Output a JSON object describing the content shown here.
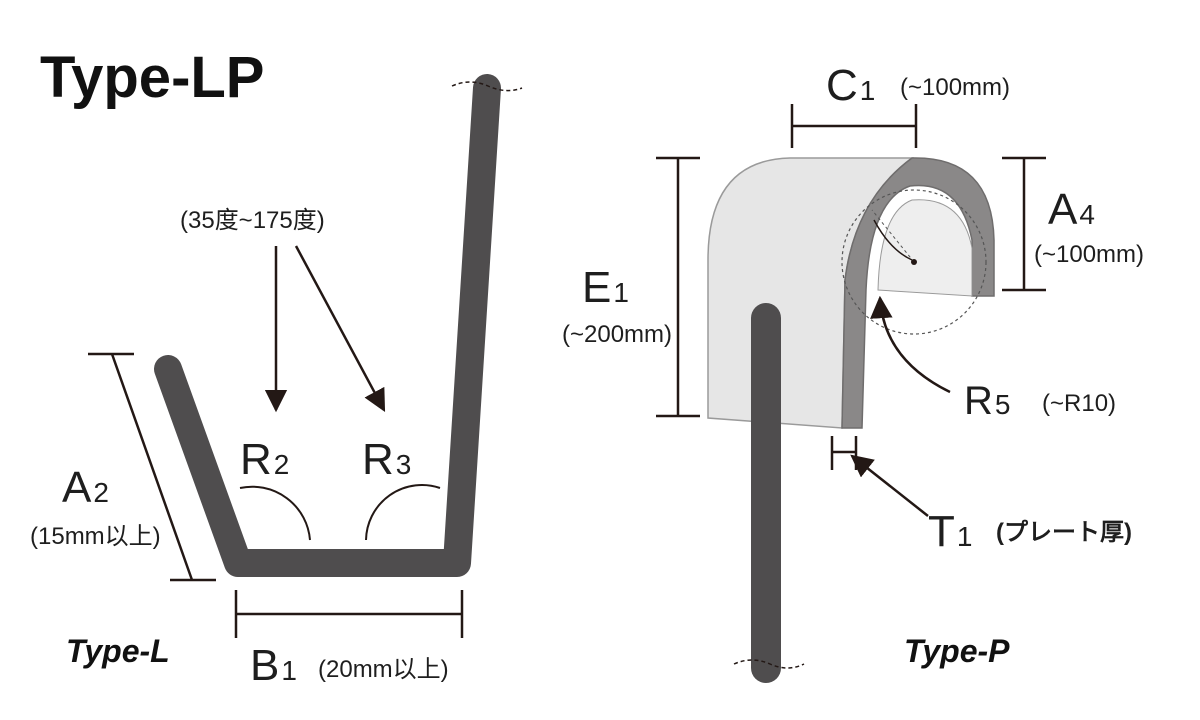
{
  "title": "Type-LP",
  "type_l": {
    "label": "Type-L",
    "angle_note": "(35度~175度)",
    "a2": {
      "main": "A",
      "sub": "2",
      "note": "(15mm以上)"
    },
    "b1": {
      "main": "B",
      "sub": "1",
      "note": "(20mm以上)"
    },
    "r2": {
      "main": "R",
      "sub": "2"
    },
    "r3": {
      "main": "R",
      "sub": "3"
    }
  },
  "type_p": {
    "label": "Type-P",
    "c1": {
      "main": "C",
      "sub": "1",
      "note": "(~100mm)"
    },
    "a4": {
      "main": "A",
      "sub": "4",
      "note": "(~100mm)"
    },
    "e1": {
      "main": "E",
      "sub": "1",
      "note": "(~200mm)"
    },
    "r5": {
      "main": "R",
      "sub": "5",
      "note": "(~R10)"
    },
    "t1": {
      "main": "T",
      "sub": "1",
      "note": "(プレート厚)"
    }
  },
  "colors": {
    "plate": "#4f4d4e",
    "face_light": "#e6e6e6",
    "face_dark": "#8a8888",
    "line": "#231815"
  }
}
